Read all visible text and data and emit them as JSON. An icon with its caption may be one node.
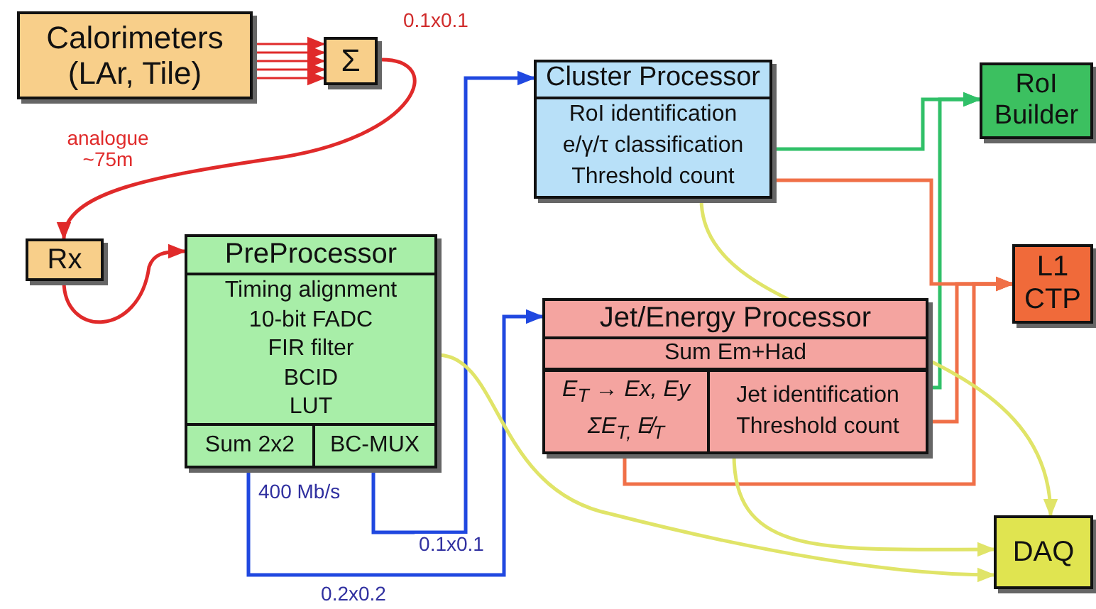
{
  "diagram": {
    "nodes": [
      {
        "text": [
          "Calorimeters (LAr, Tile)"
        ]
      },
      {
        "text": [
          "Σ"
        ],
        "beside": [
          "0.1x0.1"
        ]
      },
      {
        "text": [
          "Rx"
        ]
      },
      {
        "text": [
          "PreProcessor",
          "Timing alignment",
          "10-bit FADC",
          "FIR filter",
          "BCID",
          "LUT"
        ]
      },
      {
        "text": [
          "Sum 2x2"
        ],
        "in": 3
      },
      {
        "text": [
          "BC-MUX"
        ],
        "in": 3
      },
      {
        "text": [
          "Cluster Processor",
          "RoI identification",
          "e/γ/τ classification",
          "Threshold count"
        ]
      },
      {
        "text": [
          "Jet/Energy Processor",
          "Sum Em+Had"
        ]
      },
      {
        "text": [
          "E$_{T}$ → Ex, Ey",
          "ΣE$_{T,}$ E̸$_{T}$"
        ],
        "in": 7
      },
      {
        "text": [
          "Jet identification",
          "Threshold count"
        ],
        "in": 7
      },
      {
        "text": [
          "RoI Builder"
        ]
      },
      {
        "text": [
          "L1 CTP"
        ]
      },
      {
        "text": [
          "DAQ"
        ]
      }
    ],
    "edges": [
      {
        "from": 0,
        "to": 1,
        "arrow": "to",
        "color": "#e02a2a"
      },
      {
        "from": 0,
        "to": 1,
        "arrow": "to",
        "color": "#e02a2a"
      },
      {
        "from": 0,
        "to": 1,
        "arrow": "to",
        "color": "#e02a2a"
      },
      {
        "from": 0,
        "to": 1,
        "arrow": "to",
        "color": "#e02a2a"
      },
      {
        "from": 0,
        "to": 1,
        "arrow": "to",
        "color": "#e02a2a"
      },
      {
        "from": 1,
        "to": 2,
        "arrow": "to",
        "label": "analogue ~75m",
        "color": "#e02a2a"
      },
      {
        "from": 2,
        "to": 3,
        "arrow": "to",
        "color": "#e02a2a"
      },
      {
        "from": 5,
        "to": 6,
        "arrow": "to",
        "label": "0.1x0.1",
        "color": "#2048e0"
      },
      {
        "from": 4,
        "to": 7,
        "arrow": "to",
        "label": "0.2x0.2",
        "color": "#2048e0"
      },
      {
        "from": 6,
        "to": 10,
        "arrow": "to",
        "color": "#30c068"
      },
      {
        "from": 9,
        "to": 10,
        "arrow": "to",
        "color": "#30c068"
      },
      {
        "from": 6,
        "to": 11,
        "arrow": "to",
        "color": "#f07048"
      },
      {
        "from": 9,
        "to": 11,
        "arrow": "to",
        "color": "#f07048"
      },
      {
        "from": 8,
        "to": 11,
        "arrow": "to",
        "color": "#f07048"
      },
      {
        "from": 6,
        "to": 12,
        "arrow": "to",
        "color": "#e0e468"
      },
      {
        "from": 3,
        "to": 12,
        "arrow": "to",
        "color": "#e0e468"
      },
      {
        "from": 7,
        "to": 12,
        "arrow": "to",
        "color": "#e0e468"
      }
    ],
    "labels": [
      "400 Mb/s"
    ]
  }
}
